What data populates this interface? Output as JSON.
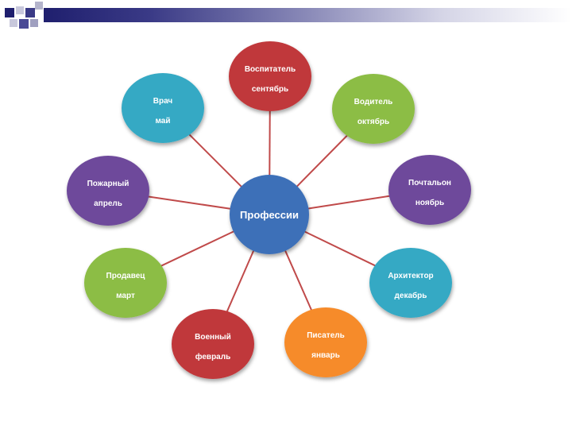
{
  "diagram": {
    "center": {
      "label": "Профессии",
      "color": "#3d6fb8"
    },
    "nodes": [
      {
        "id": "vospitatel",
        "title": "Воспитатель",
        "month": "сентябрь",
        "color": "#c0393b"
      },
      {
        "id": "voditel",
        "title": "Водитель",
        "month": "октябрь",
        "color": "#8cbd45"
      },
      {
        "id": "pochtalon",
        "title": "Почтальон",
        "month": "ноябрь",
        "color": "#6e4a9b"
      },
      {
        "id": "arkhitektor",
        "title": "Архитектор",
        "month": "декабрь",
        "color": "#36a9c4"
      },
      {
        "id": "pisatel",
        "title": "Писатель",
        "month": "январь",
        "color": "#f68b2a"
      },
      {
        "id": "voenny",
        "title": "Военный",
        "month": "февраль",
        "color": "#c0393b"
      },
      {
        "id": "prodavets",
        "title": "Продавец",
        "month": "март",
        "color": "#8cbd45"
      },
      {
        "id": "pozharny",
        "title": "Пожарный",
        "month": "апрель",
        "color": "#6e4a9b"
      },
      {
        "id": "vrach",
        "title": "Врач",
        "month": "май",
        "color": "#36a9c4"
      }
    ],
    "connector_color": "#c04a4a"
  }
}
